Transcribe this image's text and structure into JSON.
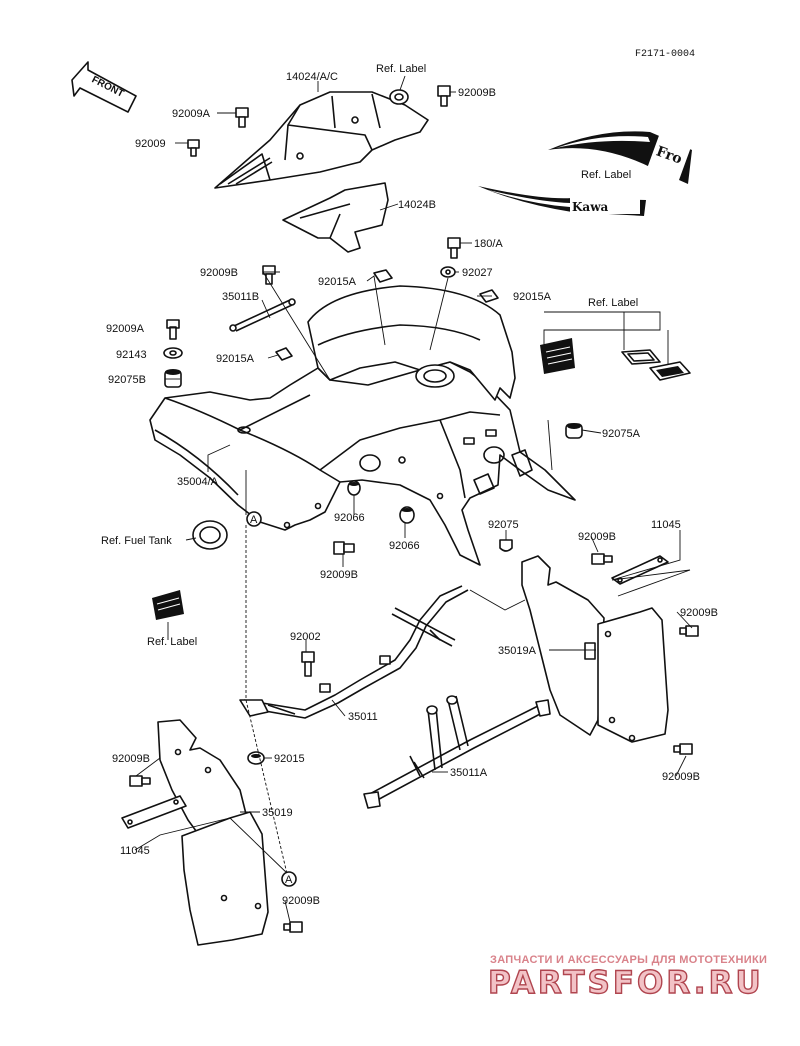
{
  "figure_code": "F2171-0004",
  "front_arrow": "FRONT",
  "parts": {
    "p14024AC": "14024/A/C",
    "refLabelTop": "Ref. Label",
    "p92009B_top": "92009B",
    "p92009A_top": "92009A",
    "p92009_top": "92009",
    "p14024B": "14024B",
    "refLabelDecal": "Ref. Label",
    "p180A": "180/A",
    "p92009B_l": "92009B",
    "p92015A_l": "92015A",
    "p92027": "92027",
    "p92015A_r": "92015A",
    "p35011B": "35011B",
    "refLabelRight": "Ref. Label",
    "p92009A_l": "92009A",
    "p92143": "92143",
    "p92015A_m": "92015A",
    "p92075B": "92075B",
    "p92075A": "92075A",
    "p35004A": "35004/A",
    "p92066_l": "92066",
    "p92066_r": "92066",
    "p92075": "92075",
    "p92009B_r1": "92009B",
    "p11045_r": "11045",
    "refFuelTank": "Ref. Fuel Tank",
    "p92009B_m": "92009B",
    "p92009B_r2": "92009B",
    "refLabelLeft": "Ref. Label",
    "p35019A": "35019A",
    "p92002": "92002",
    "p35011": "35011",
    "p92009B_l2": "92009B",
    "p92015": "92015",
    "p35011A": "35011A",
    "p92009B_r3": "92009B",
    "p35019": "35019",
    "p11045_l": "11045",
    "p92009B_b": "92009B",
    "markerA": "A"
  },
  "decals": {
    "upper": "Fro",
    "lower": "Kawa"
  },
  "watermark": {
    "subtitle": "ЗАПЧАСТИ И АКСЕССУАРЫ ДЛЯ МОТОТЕХНИКИ",
    "brand": "PARTSFOR.RU"
  },
  "colors": {
    "line": "#111111",
    "watermark_fill": "#f2c2c6",
    "watermark_stroke": "#b0454f",
    "watermark_sub": "#d9828a"
  }
}
